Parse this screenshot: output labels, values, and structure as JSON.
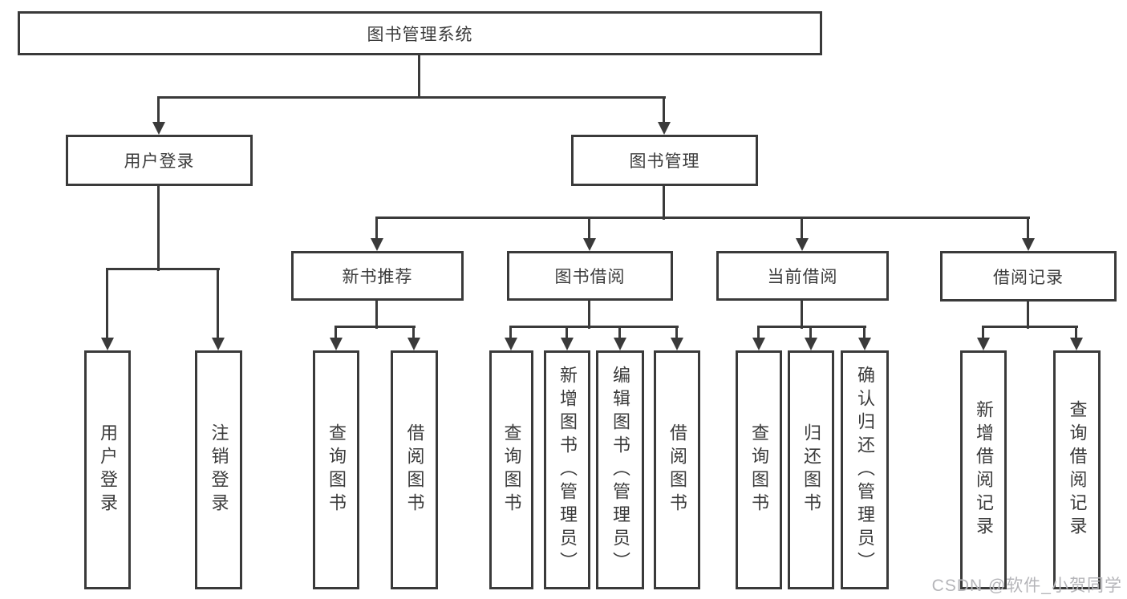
{
  "tree": {
    "label": "图书管理系统",
    "children": [
      {
        "label": "用户登录",
        "children": [
          {
            "label": "用户登录"
          },
          {
            "label": "注销登录"
          }
        ]
      },
      {
        "label": "图书管理",
        "children": [
          {
            "label": "新书推荐",
            "children": [
              {
                "label": "查询图书"
              },
              {
                "label": "借阅图书"
              }
            ]
          },
          {
            "label": "图书借阅",
            "children": [
              {
                "label": "查询图书"
              },
              {
                "label": "新增图书（管理员）"
              },
              {
                "label": "编辑图书（管理员）"
              },
              {
                "label": "借阅图书"
              }
            ]
          },
          {
            "label": "当前借阅",
            "children": [
              {
                "label": "查询图书"
              },
              {
                "label": "归还图书"
              },
              {
                "label": "确认归还（管理员）"
              }
            ]
          },
          {
            "label": "借阅记录",
            "children": [
              {
                "label": "新增借阅记录"
              },
              {
                "label": "查询借阅记录"
              }
            ]
          }
        ]
      }
    ]
  },
  "watermark": "CSDN @软件_小贺同学",
  "colors": {
    "line": "#3a3a3a",
    "text": "#3b3b3b",
    "background": "#ffffff",
    "watermark_text": "#b5b5b9"
  }
}
